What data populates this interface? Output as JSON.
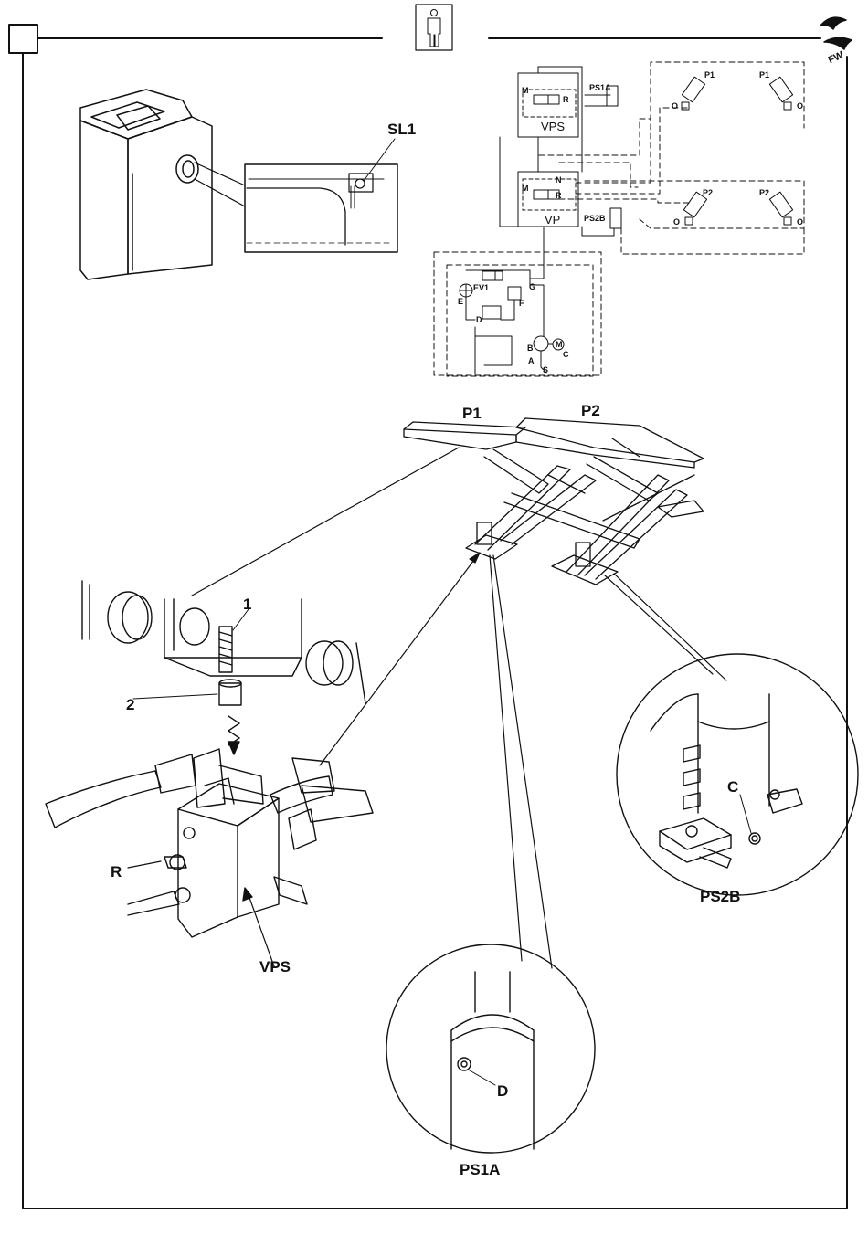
{
  "page": {
    "manual_icon": "person-standing-icon",
    "brand_icon": "brand-logo-icon"
  },
  "labels": {
    "sl1": "SL1",
    "p1": "P1",
    "p2": "P2",
    "one": "1",
    "two": "2",
    "r": "R",
    "vps": "VPS",
    "c": "C",
    "ps2b": "PS2B",
    "d": "D",
    "ps1a": "PS1A"
  },
  "schematic": {
    "m_top": "M",
    "r_top": "R",
    "ps1a": "PS1A",
    "vps": "VPS",
    "m_mid": "M",
    "n_mid": "N",
    "r_mid": "R",
    "vp": "VP",
    "ps2b": "PS2B",
    "ev1": "EV1",
    "e": "E",
    "g": "G",
    "f": "F",
    "d": "D",
    "b": "B",
    "m_motor": "M",
    "c": "C",
    "a": "A",
    "s": "S",
    "p1_left": "P1",
    "p1_right": "P1",
    "p2_left": "P2",
    "p2_right": "P2",
    "o1": "O",
    "o2": "O",
    "o3": "O",
    "o4": "O"
  }
}
